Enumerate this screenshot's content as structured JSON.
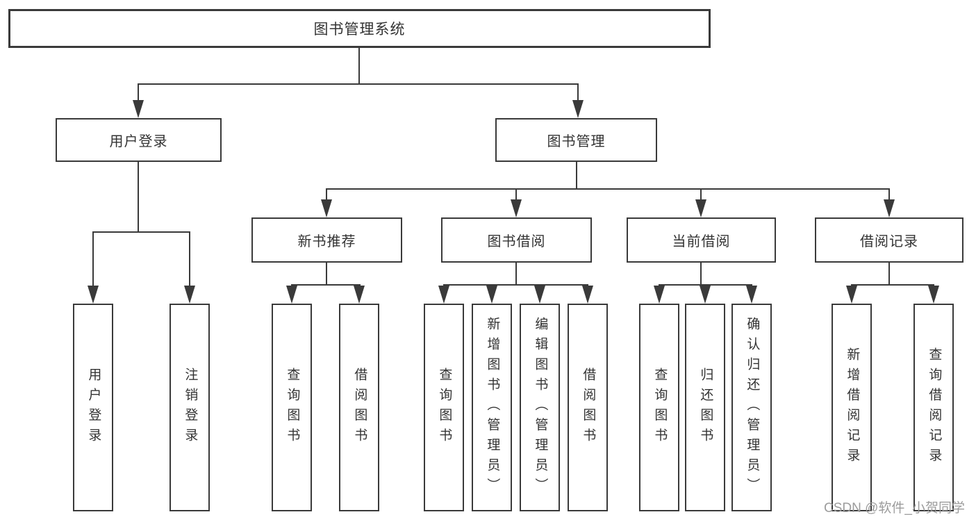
{
  "diagram": {
    "root": {
      "label": "图书管理系统"
    },
    "level2": [
      {
        "label": "用户登录",
        "parent": "图书管理系统"
      },
      {
        "label": "图书管理",
        "parent": "图书管理系统"
      }
    ],
    "level3": [
      {
        "label": "新书推荐",
        "parent": "图书管理"
      },
      {
        "label": "图书借阅",
        "parent": "图书管理"
      },
      {
        "label": "当前借阅",
        "parent": "图书管理"
      },
      {
        "label": "借阅记录",
        "parent": "图书管理"
      }
    ],
    "leaves": [
      {
        "label": "用户登录",
        "parent": "用户登录"
      },
      {
        "label": "注销登录",
        "parent": "用户登录"
      },
      {
        "label": "查询图书",
        "parent": "新书推荐"
      },
      {
        "label": "借阅图书",
        "parent": "新书推荐"
      },
      {
        "label": "查询图书",
        "parent": "图书借阅"
      },
      {
        "label": "新增图书（管理员）",
        "parent": "图书借阅"
      },
      {
        "label": "编辑图书（管理员）",
        "parent": "图书借阅"
      },
      {
        "label": "借阅图书",
        "parent": "图书借阅"
      },
      {
        "label": "查询图书",
        "parent": "当前借阅"
      },
      {
        "label": "归还图书",
        "parent": "当前借阅"
      },
      {
        "label": "确认归还（管理员）",
        "parent": "当前借阅"
      },
      {
        "label": "新增借阅记录",
        "parent": "借阅记录"
      },
      {
        "label": "查询借阅记录",
        "parent": "借阅记录"
      }
    ]
  },
  "watermark": {
    "text": "CSDN @软件_小贺同学"
  },
  "colors": {
    "line": "#3a3a3a",
    "box_border": "#3a3a3a",
    "text": "#333333",
    "background": "#ffffff",
    "watermark": "#9c9c9c"
  }
}
